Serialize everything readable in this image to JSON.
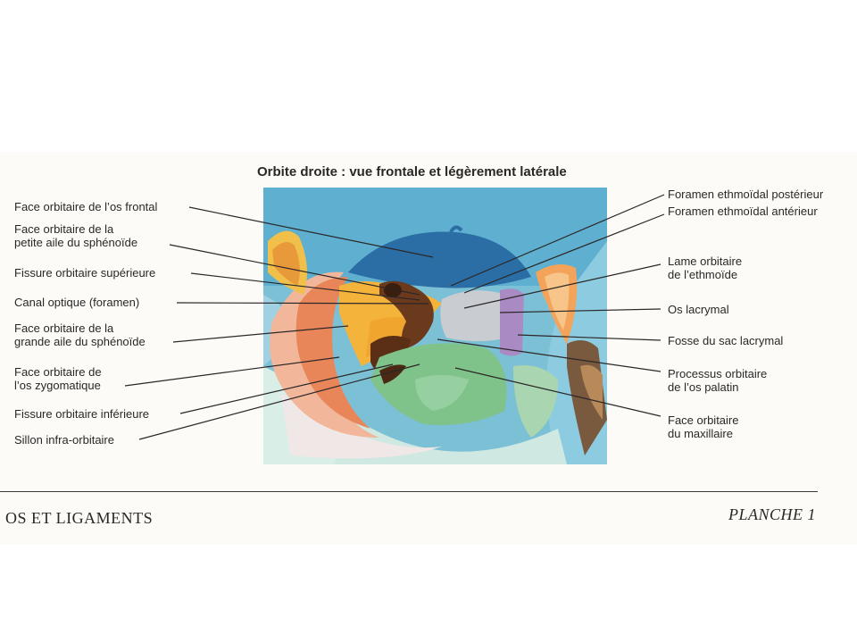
{
  "figure": {
    "title": "Orbite droite : vue frontale et légèrement latérale"
  },
  "labels_left": [
    {
      "lines": [
        "Face orbitaire de l’os frontal"
      ]
    },
    {
      "lines": [
        "Face orbitaire de la",
        "petite aile du sphénoïde"
      ]
    },
    {
      "lines": [
        "Fissure orbitaire supérieure"
      ]
    },
    {
      "lines": [
        "Canal optique (foramen)"
      ]
    },
    {
      "lines": [
        "Face orbitaire de la",
        "grande aile du sphénoïde"
      ]
    },
    {
      "lines": [
        "Face orbitaire de",
        "l’os zygomatique"
      ]
    },
    {
      "lines": [
        "Fissure orbitaire inférieure"
      ]
    },
    {
      "lines": [
        "Sillon infra-orbitaire"
      ]
    }
  ],
  "labels_right": [
    {
      "lines": [
        "Foramen ethmoïdal postérieur"
      ]
    },
    {
      "lines": [
        "Foramen ethmoïdal antérieur"
      ]
    },
    {
      "lines": [
        "Lame orbitaire",
        "de l’ethmoïde"
      ]
    },
    {
      "lines": [
        "Os lacrymal"
      ]
    },
    {
      "lines": [
        "Fosse du sac lacrymal"
      ]
    },
    {
      "lines": [
        "Processus orbitaire",
        "de l’os palatin"
      ]
    },
    {
      "lines": [
        "Face orbitaire",
        "du maxillaire"
      ]
    }
  ],
  "footer": {
    "section": "OS ET LIGAMENTS",
    "plate": "PLANCHE 1"
  }
}
